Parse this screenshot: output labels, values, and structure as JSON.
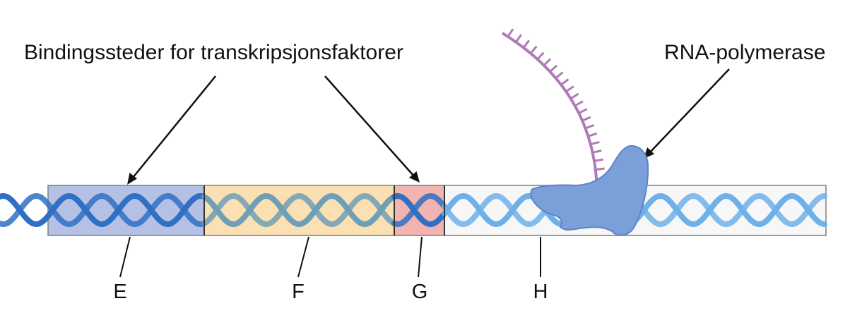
{
  "labels": {
    "binding_sites": "Bindingssteder for transkripsjonsfaktorer",
    "rna_polymerase": "RNA-polymerase"
  },
  "regions": [
    {
      "id": "E",
      "label": "E",
      "fill": "#b4c1e4"
    },
    {
      "id": "F",
      "label": "F",
      "fill": "#fbe0b3"
    },
    {
      "id": "G",
      "label": "G",
      "fill": "#f1b4b0"
    },
    {
      "id": "H",
      "label": "H",
      "fill": "#f6f7f6"
    }
  ],
  "colors": {
    "box_stroke": "#7b7f80",
    "divider": "#333333",
    "dna_dark": "#2f70c4",
    "dna_teal": "#6f9fb6",
    "dna_light": "#6db0ea",
    "polymerase_fill": "#7b9fd8",
    "polymerase_stroke": "#5f83c2",
    "rna": "#b07ab8",
    "arrow": "#111111"
  }
}
